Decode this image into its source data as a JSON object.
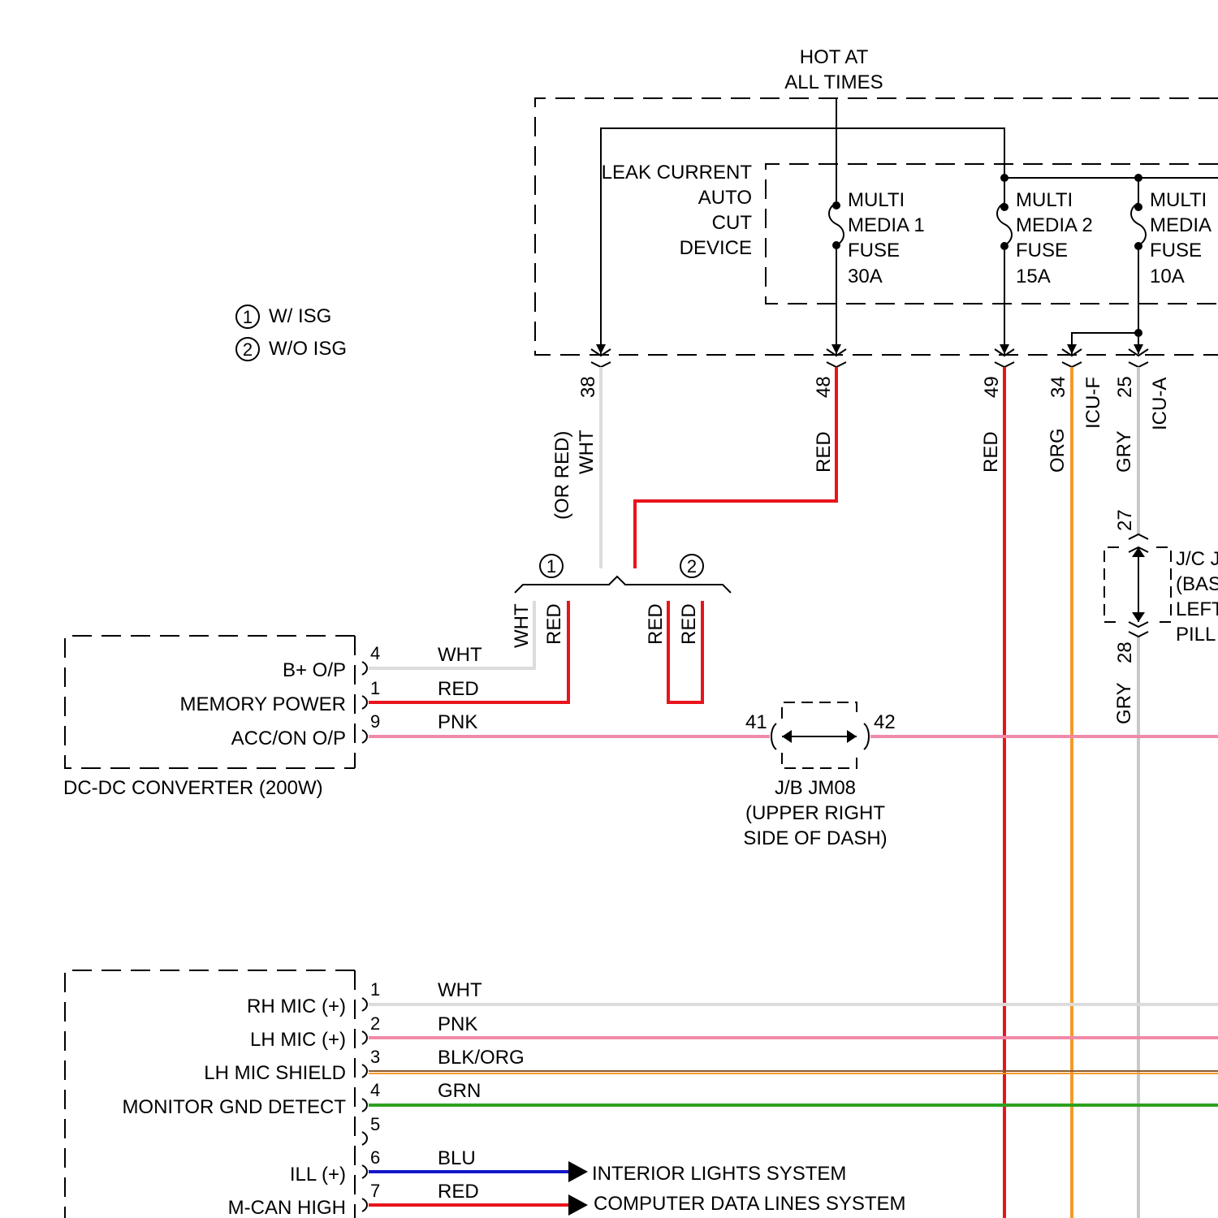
{
  "power_source": {
    "line1": "HOT AT",
    "line2": "ALL TIMES"
  },
  "legend": [
    {
      "num": "1",
      "label": "W/ ISG"
    },
    {
      "num": "2",
      "label": "W/O ISG"
    }
  ],
  "leak_device": {
    "lines": [
      "LEAK CURRENT",
      "AUTO",
      "CUT",
      "DEVICE"
    ]
  },
  "fuses": [
    {
      "lines": [
        "MULTI",
        "MEDIA 1",
        "FUSE",
        "30A"
      ]
    },
    {
      "lines": [
        "MULTI",
        "MEDIA 2",
        "FUSE",
        "15A"
      ]
    },
    {
      "lines": [
        "MULTI",
        "MEDIA",
        "FUSE",
        "10A"
      ]
    }
  ],
  "fuse_box_pins": [
    {
      "pin": "38",
      "color": "WHT",
      "alt": "(OR RED)"
    },
    {
      "pin": "48",
      "color": "RED"
    },
    {
      "pin": "49",
      "color": "RED"
    },
    {
      "pin": "34",
      "color": "ORG",
      "circuit": "ICU-F"
    },
    {
      "pin": "25",
      "color": "GRY",
      "circuit": "ICU-A"
    }
  ],
  "variant_split": {
    "left": "1",
    "right": "2",
    "left_wires": [
      "WHT",
      "RED"
    ],
    "right_wires": [
      "RED",
      "RED"
    ]
  },
  "jc_connector": {
    "pin_top": "27",
    "pin_bottom": "28",
    "lines": [
      "J/C J",
      "(BAS",
      "LEFT",
      "PILL"
    ],
    "wire_bottom": "GRY"
  },
  "dcdc": {
    "name": "DC-DC CONVERTER (200W)",
    "pins": [
      {
        "pin": "4",
        "label": "B+ O/P",
        "wire": "WHT"
      },
      {
        "pin": "1",
        "label": "MEMORY POWER",
        "wire": "RED"
      },
      {
        "pin": "9",
        "label": "ACC/ON O/P",
        "wire": "PNK"
      }
    ]
  },
  "jb": {
    "pin_left": "41",
    "pin_right": "42",
    "lines": [
      "J/B JM08",
      "(UPPER RIGHT",
      "SIDE OF DASH)"
    ]
  },
  "head_unit": {
    "pins": [
      {
        "pin": "1",
        "label": "RH MIC (+)",
        "wire": "WHT"
      },
      {
        "pin": "2",
        "label": "LH MIC (+)",
        "wire": "PNK"
      },
      {
        "pin": "3",
        "label": "LH MIC SHIELD",
        "wire": "BLK/ORG"
      },
      {
        "pin": "4",
        "label": "MONITOR GND DETECT",
        "wire": "GRN"
      },
      {
        "pin": "5",
        "label": "",
        "wire": ""
      },
      {
        "pin": "6",
        "label": "ILL (+)",
        "wire": "BLU"
      },
      {
        "pin": "7",
        "label": "M-CAN HIGH",
        "wire": "RED"
      }
    ]
  },
  "destinations": {
    "ill": "INTERIOR LIGHTS SYSTEM",
    "can": "COMPUTER DATA LINES SYSTEM"
  },
  "colors": {
    "red": "#e8141c",
    "white_wire": "#dcdcdc",
    "pink": "#f08aa8",
    "orange": "#f39a2a",
    "gray": "#c8c8c8",
    "green": "#2ea01e",
    "blue": "#1417c8",
    "brown": "#8b5a2b"
  }
}
